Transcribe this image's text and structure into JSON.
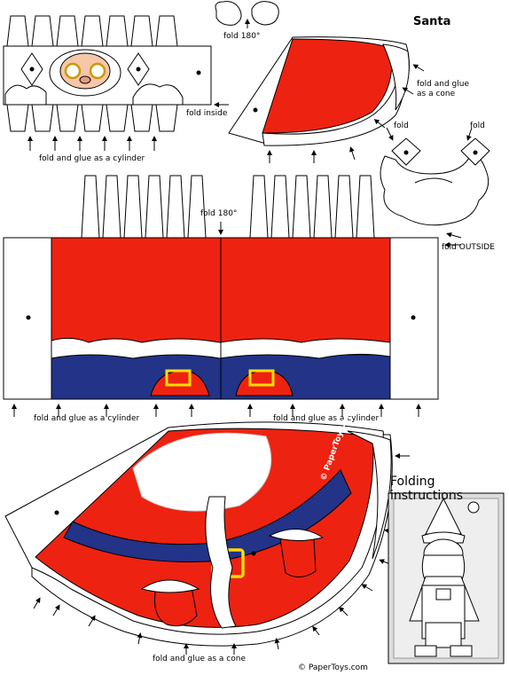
{
  "header": {
    "title": "Santa"
  },
  "labels": {
    "fold_180_top": "fold 180°",
    "fold_glue_cone_right": "fold and glue\nas a cone",
    "fold_inside": "fold inside",
    "fold_left": "fold",
    "fold_right": "fold",
    "fold_glue_cylinder_head": "fold and glue as a cylinder",
    "fold_180_body": "fold 180°",
    "fold_outside": "fold OUTSIDE",
    "fold_glue_cylinder_body_left": "fold and glue as a cylinder",
    "fold_glue_cylinder_body_right": "fold and glue as a cylinder",
    "fold_glue_cone_bottom": "fold and glue as a cone"
  },
  "instructions": {
    "title": "Folding instructions"
  },
  "brand": {
    "watermark": "© PaperToys.com",
    "footer": "© PaperToys.com"
  },
  "colors": {
    "red": "#ee2211",
    "blue": "#223388",
    "gold": "#ffdd00",
    "white": "#ffffff"
  }
}
